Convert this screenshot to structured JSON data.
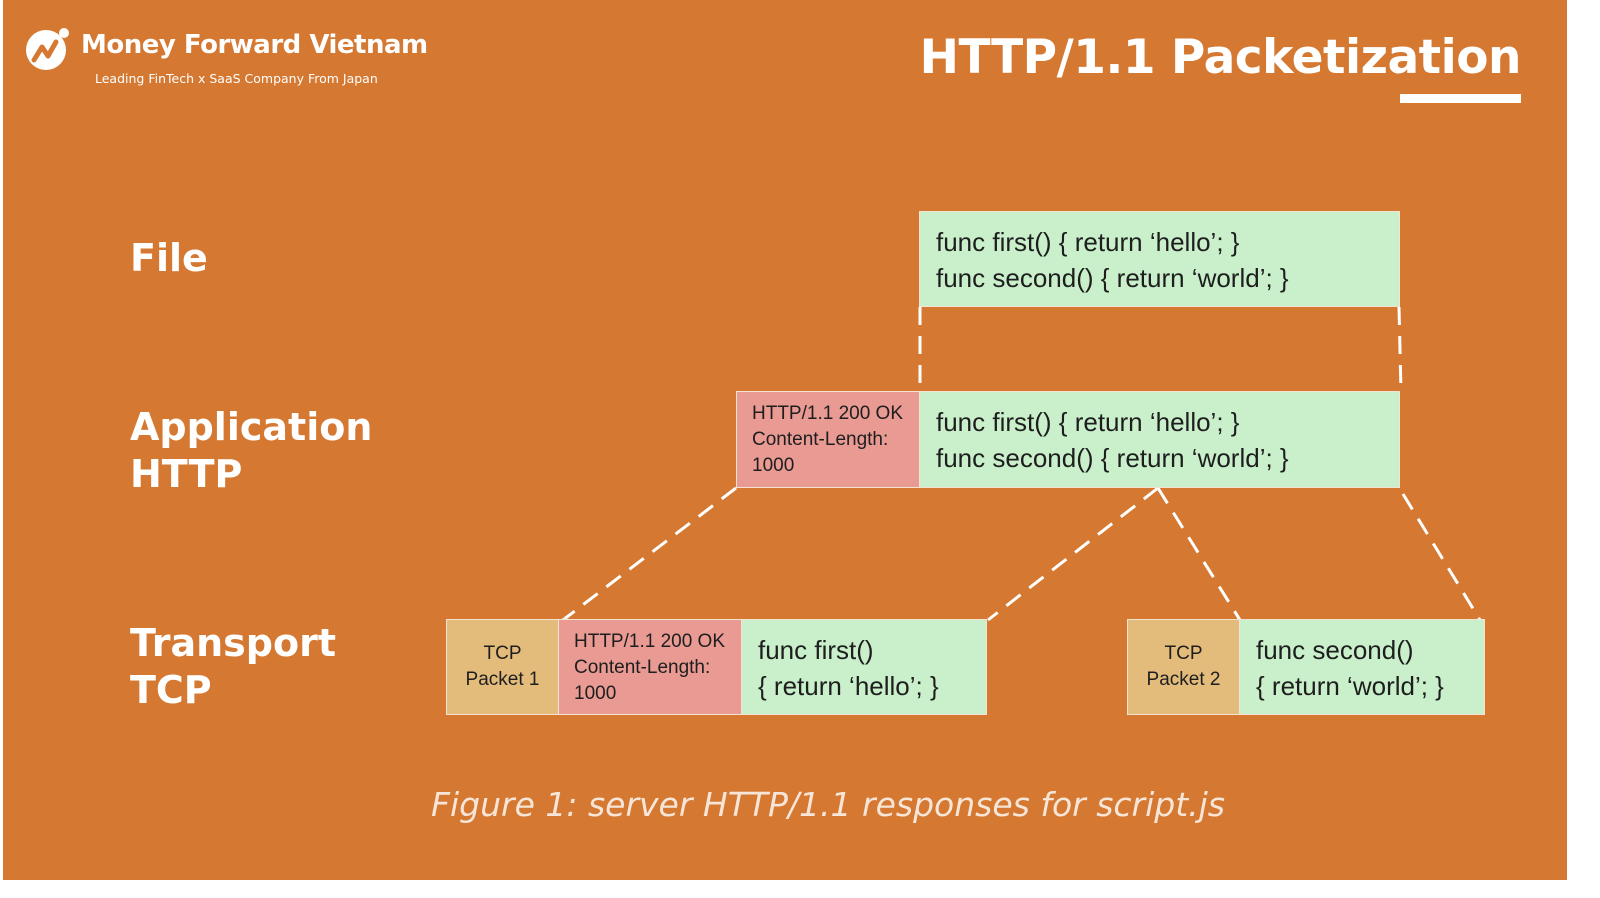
{
  "brand": {
    "name": "Money Forward Vietnam",
    "tagline": "Leading FinTech x SaaS Company From Japan"
  },
  "title": "HTTP/1.1 Packetization",
  "layers": {
    "file": "File",
    "application": [
      "Application",
      "HTTP"
    ],
    "transport": [
      "Transport",
      "TCP"
    ]
  },
  "file_box": {
    "line1": "func first() { return ‘hello’; }",
    "line2": "func second() { return ‘world’; }"
  },
  "app_header": {
    "line1": "HTTP/1.1 200 OK",
    "line2": "Content-Length:",
    "line3": "1000"
  },
  "app_body": {
    "line1": "func first() { return ‘hello’; }",
    "line2": "func second() { return ‘world’; }"
  },
  "tcp_packet1": {
    "label": [
      "TCP",
      "Packet 1"
    ],
    "header": [
      "HTTP/1.1 200 OK",
      "Content-Length:",
      "1000"
    ],
    "body": [
      "func first()",
      "{ return ‘hello’; }"
    ]
  },
  "tcp_packet2": {
    "label": [
      "TCP",
      "Packet 2"
    ],
    "body": [
      "func second()",
      "{ return ‘world’; }"
    ]
  },
  "caption": "Figure 1: server HTTP/1.1 responses for script.js",
  "colors": {
    "background": "#D57831",
    "payload": "#C9F0CB",
    "http_header": "#E89A93",
    "tcp_header": "#E3BC7C"
  }
}
